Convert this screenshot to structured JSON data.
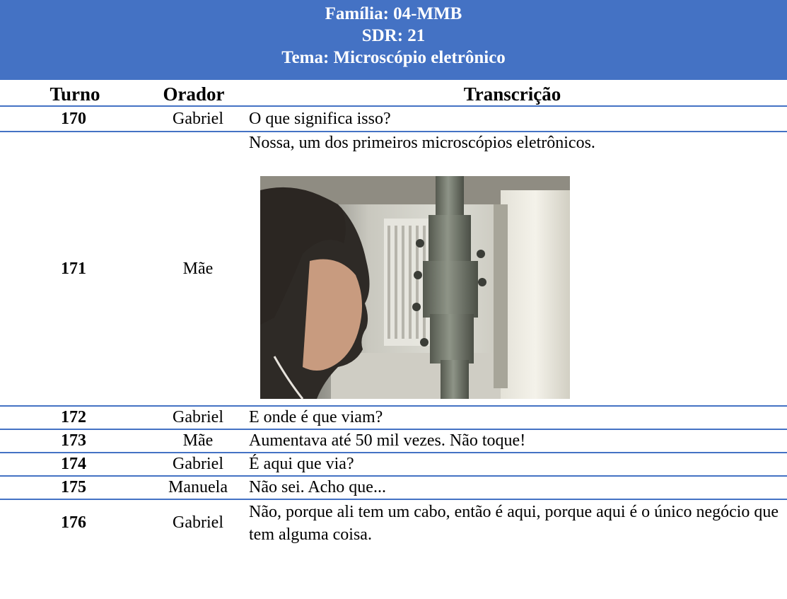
{
  "header": {
    "familia": "Família: 04-MMB",
    "sdr": "SDR: 21",
    "tema": "Tema: Microscópio eletrônico"
  },
  "columns": {
    "turno": "Turno",
    "orador": "Orador",
    "transcricao": "Transcrição"
  },
  "rows": [
    {
      "turno": "170",
      "orador": "Gabriel",
      "texto": "O que significa isso?"
    },
    {
      "turno": "171",
      "orador": "Mãe",
      "texto": "Nossa, um dos primeiros microscópios eletrônicos."
    },
    {
      "turno": "172",
      "orador": "Gabriel",
      "texto": "E onde é que viam?"
    },
    {
      "turno": "173",
      "orador": "Mãe",
      "texto": "Aumentava até 50 mil vezes. Não toque!"
    },
    {
      "turno": "174",
      "orador": "Gabriel",
      "texto": "É aqui que via?"
    },
    {
      "turno": "175",
      "orador": "Manuela",
      "texto": "Não sei. Acho que..."
    },
    {
      "turno": "176",
      "orador": "Gabriel",
      "texto": "Não, porque ali tem um cabo, então é aqui, porque aqui é o único negócio que tem alguma coisa."
    }
  ],
  "colors": {
    "header_bg": "#4472c4",
    "header_text": "#ffffff",
    "rule": "#4472c4"
  }
}
